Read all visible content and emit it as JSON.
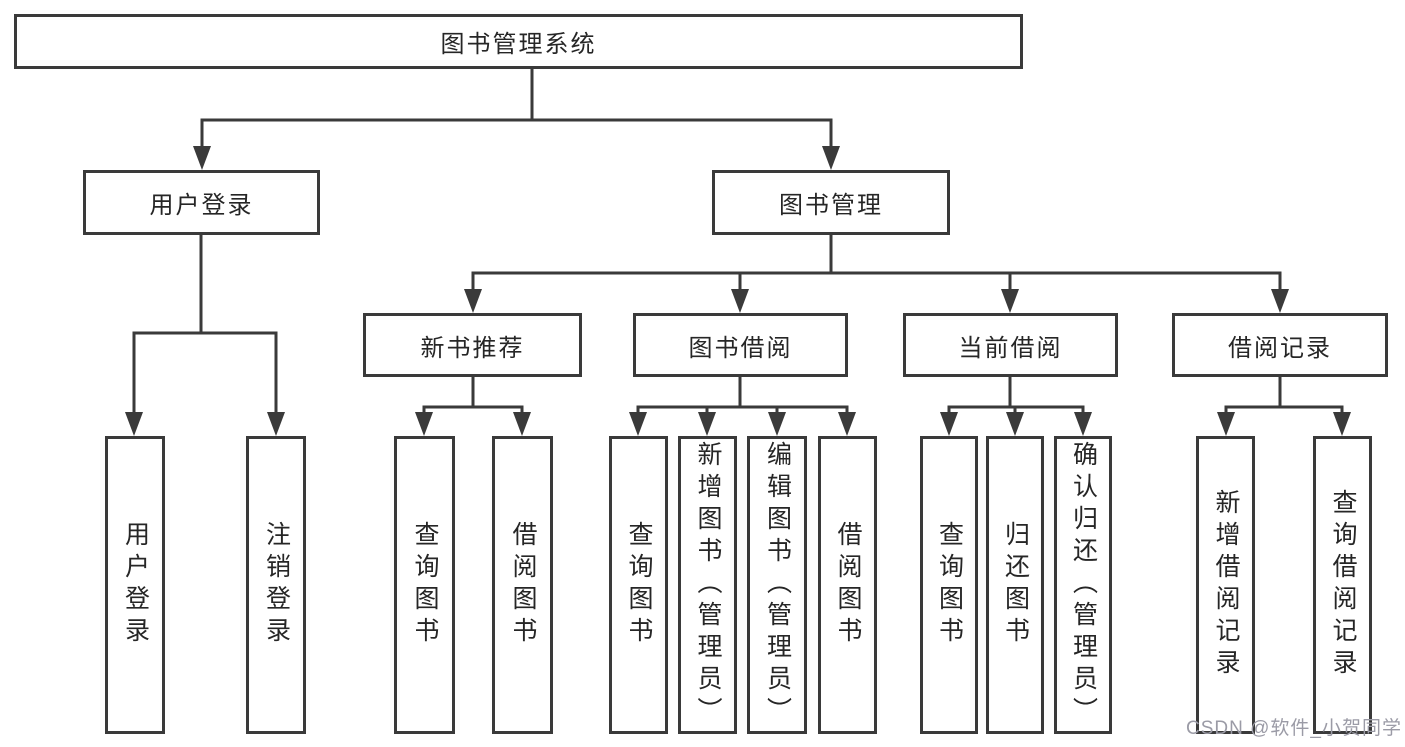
{
  "diagram": {
    "root": {
      "label": "图书管理系统"
    },
    "level2": [
      {
        "label": "用户登录"
      },
      {
        "label": "图书管理"
      }
    ],
    "level3": [
      {
        "label": "新书推荐",
        "parent": "图书管理"
      },
      {
        "label": "图书借阅",
        "parent": "图书管理"
      },
      {
        "label": "当前借阅",
        "parent": "图书管理"
      },
      {
        "label": "借阅记录",
        "parent": "图书管理"
      }
    ],
    "leaves": [
      {
        "label": "用户登录",
        "parent": "用户登录"
      },
      {
        "label": "注销登录",
        "parent": "用户登录"
      },
      {
        "label": "查询图书",
        "parent": "新书推荐"
      },
      {
        "label": "借阅图书",
        "parent": "新书推荐"
      },
      {
        "label": "查询图书",
        "parent": "图书借阅"
      },
      {
        "label": "新增图书（管理员）",
        "parent": "图书借阅"
      },
      {
        "label": "编辑图书（管理员）",
        "parent": "图书借阅"
      },
      {
        "label": "借阅图书",
        "parent": "图书借阅"
      },
      {
        "label": "查询图书",
        "parent": "当前借阅"
      },
      {
        "label": "归还图书",
        "parent": "当前借阅"
      },
      {
        "label": "确认归还（管理员）",
        "parent": "当前借阅"
      },
      {
        "label": "新增借阅记录",
        "parent": "借阅记录"
      },
      {
        "label": "查询借阅记录",
        "parent": "借阅记录"
      }
    ],
    "watermark": "CSDN @软件_小贺同学",
    "colors": {
      "line": "#3a3a3a",
      "text": "#262626",
      "background": "#ffffff",
      "watermark": "#9b9ba6"
    }
  }
}
